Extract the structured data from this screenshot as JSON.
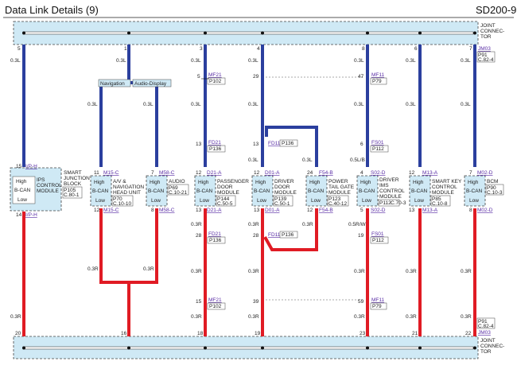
{
  "header": {
    "title": "Data Link Details (9)",
    "code": "SD200-9"
  },
  "connector": {
    "top_label": "JOINT CONNEC-TOR",
    "bottom_label": "JOINT CONNEC-TOR",
    "top_id": "JM03",
    "top_ref": "P91 C.82-4",
    "bottom_id": "JM03",
    "bottom_ref": "P91 C.82-4"
  },
  "colors": {
    "high_wire": "#2b3f9e",
    "low_wire": "#e01b24",
    "connector_fill": "#cfe9f5"
  },
  "top_pins": [
    "5",
    "1",
    "3",
    "4",
    "8",
    "6",
    "7"
  ],
  "bottom_pins": [
    "20",
    "16",
    "18",
    "19",
    "23",
    "21",
    "22"
  ],
  "labels": {
    "nav": "Navigation",
    "audio_display": "Audio-Display",
    "high": "High",
    "bcan": "B-CAN",
    "low": "Low",
    "w03l": "0.3L",
    "w03r": "0.3R",
    "w05l": "0.5L/B",
    "w05r": "0.5R/W"
  },
  "modules": [
    {
      "name": "SMART JUNCTION BLOCK",
      "sub": "IPS CONTROL MODULE",
      "ref": "P105 C.80-1",
      "pin_h": "15",
      "id_h": "I/P-H",
      "pin_l": "14",
      "id_l": "I/P-H"
    },
    {
      "name": "A/V & NAVIGATION HEAD UNIT",
      "ref": "P70 C.10-10",
      "pin_h": "11",
      "id_h": "M15-C",
      "pin_l": "12",
      "id_l": "M15-C"
    },
    {
      "name": "AUDIO",
      "ref": "P69 C.10-21",
      "pin_h": "7",
      "id_h": "M58-C",
      "pin_l": "8",
      "id_l": "M58-C"
    },
    {
      "name": "PASSENGER DOOR MODULE",
      "ref": "P144 C.50-5",
      "pin_h": "12",
      "id_h": "D21-A",
      "pin_l": "13",
      "id_l": "D21-A"
    },
    {
      "name": "DRIVER DOOR MODULE",
      "ref": "P139 C.50-1",
      "pin_h": "12",
      "id_h": "D01-A",
      "pin_l": "13",
      "id_l": "D01-A"
    },
    {
      "name": "POWER TAIL GATE MODULE",
      "ref": "P123 C.40-12",
      "pin_h": "24",
      "id_h": "F54-B",
      "pin_l": "12",
      "id_l": "F54-B"
    },
    {
      "name": "DRIVER IMS CONTROL MODULE",
      "ref": "P112 C.70-3",
      "pin_h": "4",
      "id_h": "S02-D",
      "pin_l": "5",
      "id_l": "S02-D"
    },
    {
      "name": "SMART KEY CONTROL MODULE",
      "ref": "P85 C.10-8",
      "pin_h": "12",
      "id_h": "M13-A",
      "pin_l": "13",
      "id_l": "M13-A"
    },
    {
      "name": "BCM",
      "ref": "P90 C.10-3",
      "pin_h": "7",
      "id_h": "M02-D",
      "pin_l": "8",
      "id_l": "M02-D"
    }
  ],
  "inline": [
    {
      "pin": "5",
      "id": "MF21",
      "ref": "P102"
    },
    {
      "pin": "13",
      "id": "FD21",
      "ref": "P136"
    },
    {
      "pin": "28",
      "id": "FD21",
      "ref": "P136"
    },
    {
      "pin": "15",
      "id": "MF21",
      "ref": "P102"
    },
    {
      "pin": "29",
      "id": "",
      "ref": ""
    },
    {
      "pin": "13",
      "id": "FD11",
      "ref": "P136"
    },
    {
      "pin": "28",
      "id": "FD11",
      "ref": "P136"
    },
    {
      "pin": "39",
      "id": "",
      "ref": ""
    },
    {
      "pin": "47",
      "id": "MF11",
      "ref": "P79"
    },
    {
      "pin": "6",
      "id": "FS01",
      "ref": "P112"
    },
    {
      "pin": "19",
      "id": "FS01",
      "ref": "P112"
    },
    {
      "pin": "59",
      "id": "MF11",
      "ref": "P79"
    }
  ]
}
